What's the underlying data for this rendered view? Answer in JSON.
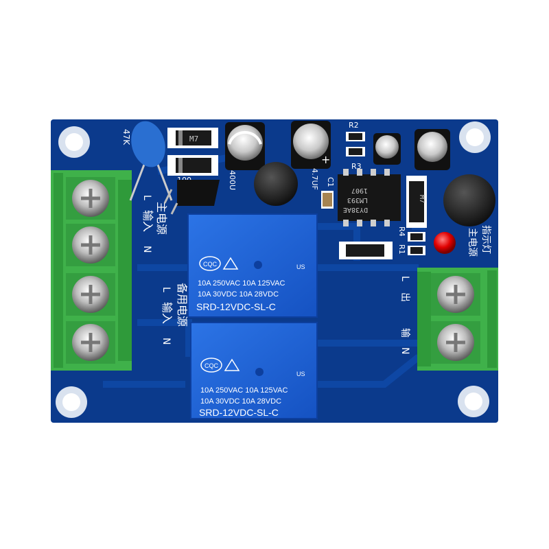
{
  "colors": {
    "background": "#ffffff",
    "board": "#0b3a8c",
    "trace": "#0f4aa8",
    "terminal_green": "#3fb14a",
    "relay_blue": "#1e63d6",
    "led_red": "#e00000"
  },
  "labels": {
    "main_input": "主电源",
    "input_text": "输入",
    "backup_input": "备用电源",
    "output_text": "出",
    "output_text2": "输",
    "indicator": "主电源",
    "indicator2": "指示灯",
    "L": "L",
    "N": "N",
    "cap_100": "100",
    "cap_400": "400U",
    "cap_4_7": "4.7UF",
    "r_47k": "47K",
    "C1": "C1",
    "R2": "R2",
    "R3": "R3",
    "R4": "R4",
    "R1": "R1",
    "M7": "M7",
    "M7b": "M7",
    "chip_line1": "1907",
    "chip_line2": "LM393",
    "chip_line3": "DY38AE",
    "plus": "+"
  },
  "relays": [
    {
      "brand": "CQC",
      "us": "US",
      "spec1": "10A 250VAC  10A 125VAC",
      "spec2": "10A  30VDC  10A  28VDC",
      "model": "SRD-12VDC-SL-C"
    },
    {
      "brand": "CQC",
      "us": "US",
      "spec1": "10A 250VAC  10A 125VAC",
      "spec2": "10A  30VDC  10A  28VDC",
      "model": "SRD-12VDC-SL-C"
    }
  ]
}
